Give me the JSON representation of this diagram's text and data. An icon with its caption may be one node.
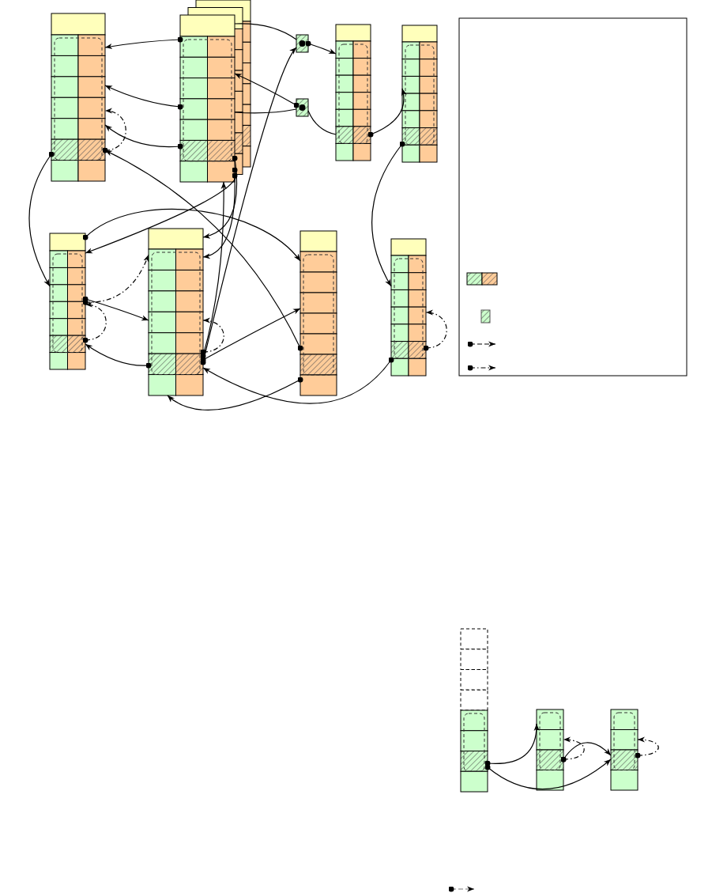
{
  "diagram": {
    "nodes": [
      {
        "text": [],
        "shape": "box"
      },
      {
        "text": [],
        "shape": "box"
      },
      {
        "text": [],
        "shape": "box"
      },
      {
        "text": [],
        "shape": "box"
      },
      {
        "text": [],
        "shape": "box"
      },
      {
        "text": [],
        "shape": "box"
      },
      {
        "text": [],
        "shape": "box"
      },
      {
        "text": [],
        "shape": "box"
      },
      {
        "text": [],
        "shape": "box"
      },
      {
        "text": [],
        "shape": "box"
      },
      {
        "text": [],
        "shape": "box"
      },
      {
        "text": [],
        "shape": "box"
      },
      {
        "text": [],
        "shape": "box"
      }
    ],
    "edges": [
      {
        "from": 1,
        "to": 0,
        "arrow": "to"
      },
      {
        "from": 1,
        "to": 0,
        "arrow": "to"
      },
      {
        "from": 1,
        "to": 0,
        "arrow": "to"
      },
      {
        "from": 0,
        "to": 0,
        "arrow": "to",
        "style": "dashed"
      },
      {
        "from": 1,
        "to": 2,
        "arrow": "none"
      },
      {
        "from": 1,
        "to": 3,
        "arrow": "none"
      },
      {
        "from": 2,
        "to": 4,
        "arrow": "to"
      },
      {
        "from": 3,
        "to": 1,
        "arrow": "to"
      },
      {
        "from": 3,
        "to": 4,
        "arrow": "none"
      },
      {
        "from": 4,
        "to": 5,
        "arrow": "to"
      },
      {
        "from": 5,
        "to": 9,
        "arrow": "to"
      },
      {
        "from": 9,
        "to": 9,
        "arrow": "to",
        "style": "dashed"
      },
      {
        "from": 0,
        "to": 6,
        "arrow": "to"
      },
      {
        "from": 6,
        "to": 7,
        "arrow": "to"
      },
      {
        "from": 6,
        "to": 7,
        "arrow": "to",
        "style": "dashed"
      },
      {
        "from": 6,
        "to": 6,
        "arrow": "to",
        "style": "dashed"
      },
      {
        "from": 6,
        "to": 8,
        "arrow": "to"
      },
      {
        "from": 7,
        "to": 6,
        "arrow": "to"
      },
      {
        "from": 7,
        "to": 8,
        "arrow": "to"
      },
      {
        "from": 7,
        "to": 7,
        "arrow": "to",
        "style": "dashed"
      },
      {
        "from": 7,
        "to": 2,
        "arrow": "to"
      },
      {
        "from": 7,
        "to": 1,
        "arrow": "to"
      },
      {
        "from": 8,
        "to": 0,
        "arrow": "to"
      },
      {
        "from": 9,
        "to": 7,
        "arrow": "to"
      },
      {
        "from": 8,
        "to": 7,
        "arrow": "to"
      },
      {
        "from": 1,
        "to": 6,
        "arrow": "to"
      },
      {
        "from": 1,
        "to": 7,
        "arrow": "to"
      },
      {
        "from": 1,
        "to": 7,
        "arrow": "to"
      },
      {
        "from": 10,
        "to": 11,
        "arrow": "to"
      },
      {
        "from": 10,
        "to": 12,
        "arrow": "to"
      },
      {
        "from": 11,
        "to": 12,
        "arrow": "to"
      },
      {
        "from": 11,
        "to": 11,
        "arrow": "to",
        "style": "dashed"
      },
      {
        "from": 12,
        "to": 12,
        "arrow": "to",
        "style": "dashed"
      }
    ]
  }
}
